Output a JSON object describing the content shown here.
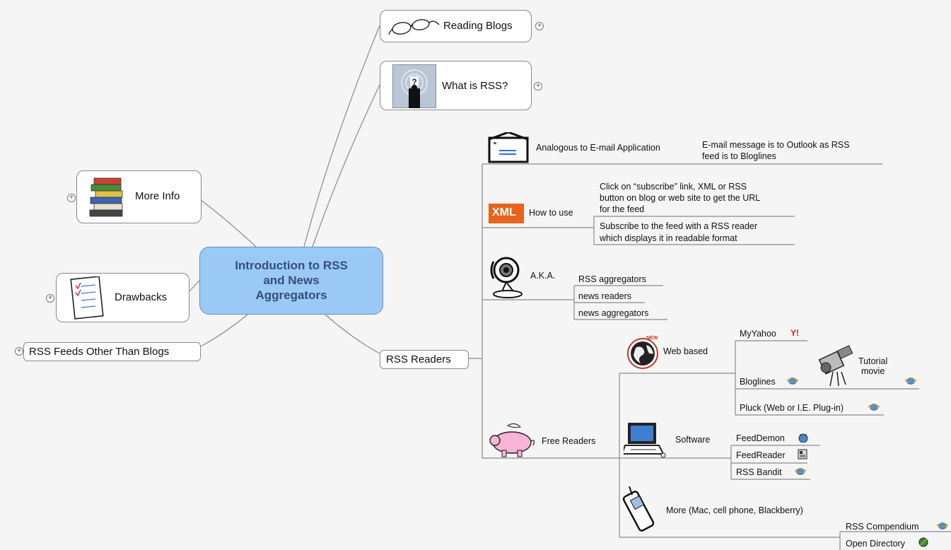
{
  "central": {
    "label": "Introduction to RSS\nand News\nAggregators"
  },
  "left": {
    "more_info": "More Info",
    "drawbacks": "Drawbacks",
    "rss_feeds_other": "RSS Feeds Other Than Blogs"
  },
  "top": {
    "reading_blogs": "Reading Blogs",
    "what_is_rss": "What is RSS?"
  },
  "rss_readers": {
    "label": "RSS Readers",
    "analogous": {
      "label": "Analogous to E-mail Application",
      "detail_line1": "E-mail message is to Outlook as RSS",
      "detail_line2": "feed is to Bloglines"
    },
    "how_to_use": {
      "label": "How to use",
      "xml_badge": "XML",
      "step1_line1": "Click on “subscribe” link, XML or RSS",
      "step1_line2": "button on blog or web site to get the URL",
      "step1_line3": "for the feed",
      "step2_line1": "Subscribe to the feed with a RSS reader",
      "step2_line2": "which displays it in readable format"
    },
    "aka": {
      "label": "A.K.A.",
      "items": [
        "RSS aggregators",
        "news readers",
        "news aggregators"
      ]
    },
    "free_readers": {
      "label": "Free Readers",
      "web_based": {
        "label": "Web based",
        "globe_badge": "NEW",
        "myyahoo": "MyYahoo",
        "bloglines": "Bloglines",
        "pluck": "Pluck (Web or I.E. Plug-in)",
        "tutorial": "Tutorial\nmovie"
      },
      "software": {
        "label": "Software",
        "items": [
          "FeedDemon",
          "FeedReader",
          "RSS Bandit"
        ]
      },
      "more": {
        "label": "More (Mac, cell phone, Blackberry)",
        "items": [
          "RSS Compendium",
          "Open Directory"
        ]
      }
    }
  },
  "colors": {
    "central_fill": "#9bc9f5",
    "central_text": "#31507a",
    "line": "#8a8a8a",
    "xml_orange": "#e8641c",
    "ie_blue": "#3f86d9"
  }
}
